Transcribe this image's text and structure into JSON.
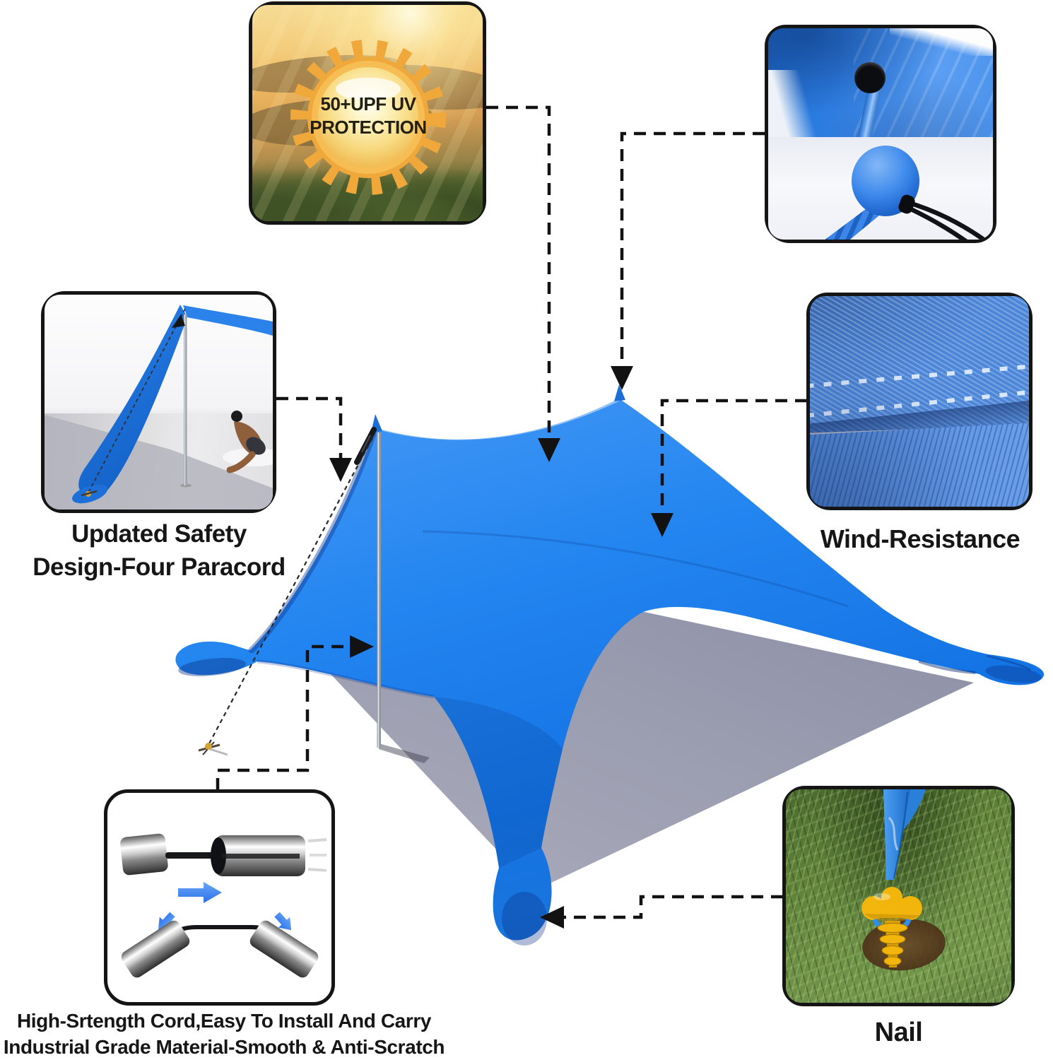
{
  "captions": {
    "uv": {
      "line1": "50+UPF UV",
      "line2": "PROTECTION"
    },
    "paracord": {
      "line1": "Updated Safety",
      "line2": "Design-Four Paracord"
    },
    "wind": "Wind-Resistance",
    "install": {
      "line1": "High-Srtength Cord,Easy To Install And Carry",
      "line2": "Industrial Grade Material-Smooth & Anti-Scratch"
    },
    "nail": "Nail"
  },
  "colors": {
    "canopy_blue": "#1f82ec",
    "canopy_blue_light": "#4599f5",
    "canopy_blue_dark": "#1166cf",
    "shadow_gray": "#9598ac",
    "frame_black": "#151515",
    "connector_black": "#121212",
    "caption_black": "#161616",
    "pole_gray": "#92979d",
    "sun_gold": "#f0a83a",
    "arrow_blue": "#3b82f4",
    "stake_yellow": "#f2b50c",
    "grass_green": "#5d8038",
    "strap_blue": "#2f8fe8",
    "sand_gray": "#dededf",
    "fabric_blue": "#4c86d8"
  },
  "connectors": [
    {
      "from": "uv-protection-card",
      "to": "canopy-top"
    },
    {
      "from": "pole-grommet-card",
      "to": "canopy-right-peak"
    },
    {
      "from": "wind-resistance-card",
      "to": "canopy-fabric"
    },
    {
      "from": "paracord-card",
      "to": "pole-cord-junction"
    },
    {
      "from": "install-card",
      "to": "support-pole"
    },
    {
      "from": "nail-card",
      "to": "tent-foot-pocket"
    }
  ]
}
